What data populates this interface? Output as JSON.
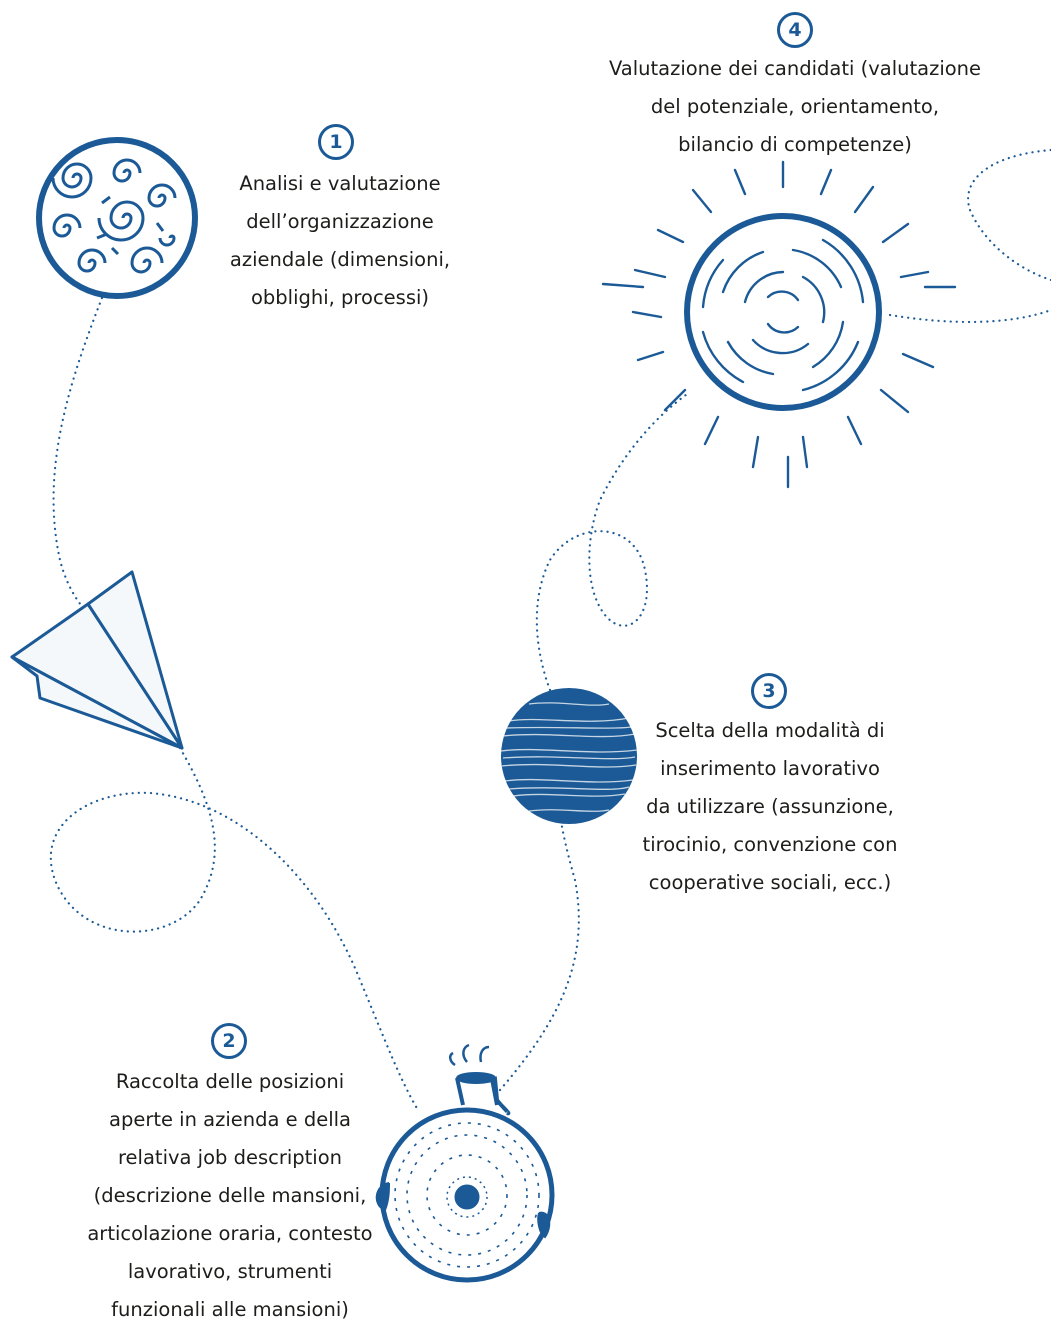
{
  "colors": {
    "primary": "#1b5a96",
    "text": "#1d1d1b",
    "background": "#ffffff"
  },
  "steps": [
    {
      "number": "1",
      "icon": "swirl-planet-icon",
      "lines": [
        "Analisi e valutazione",
        "dell’organizzazione",
        "aziendale (dimensioni,",
        "obblighi, processi)"
      ]
    },
    {
      "number": "2",
      "icon": "bulb-planet-icon",
      "lines": [
        "Raccolta delle posizioni",
        "aperte in azienda e della",
        "relativa job description",
        "(descrizione delle mansioni,",
        "articolazione oraria, contesto",
        "lavorativo, strumenti",
        "funzionali alle mansioni)"
      ]
    },
    {
      "number": "3",
      "icon": "striped-planet-icon",
      "lines": [
        "Scelta della modalità di",
        "inserimento lavorativo",
        "da utilizzare (assunzione,",
        "tirocinio, convenzione con",
        "cooperative sociali, ecc.)"
      ]
    },
    {
      "number": "4",
      "icon": "sun-icon",
      "lines": [
        "Valutazione dei candidati (valutazione",
        "del potenziale, orientamento,",
        "bilancio di competenze)"
      ]
    }
  ],
  "decorations": [
    "paper-plane-icon",
    "dotted-path"
  ]
}
